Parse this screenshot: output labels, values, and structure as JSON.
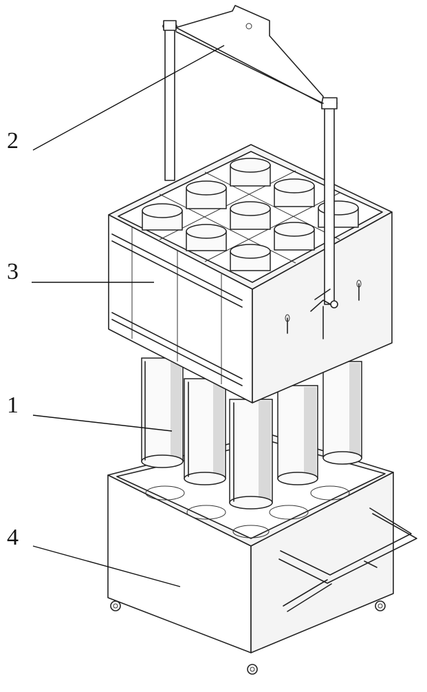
{
  "labels": {
    "part_1": "1",
    "part_2": "2",
    "part_3": "3",
    "part_4": "4"
  },
  "colors": {
    "line": "#222222",
    "background": "#ffffff"
  }
}
